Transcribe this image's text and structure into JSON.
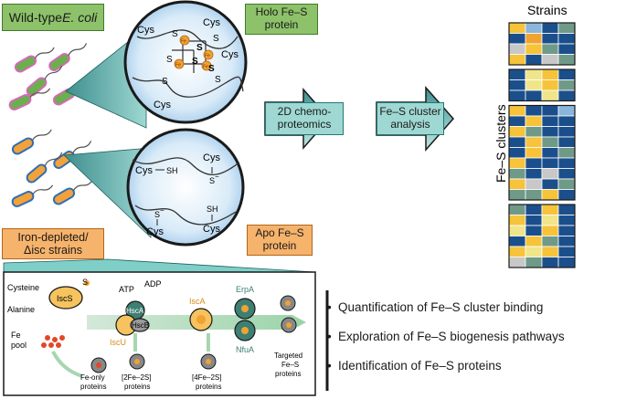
{
  "labels": {
    "wild_type": "Wild-type ",
    "wild_type_italic": "E. coli",
    "holo_line1": "Holo Fe–S",
    "holo_line2": "protein",
    "apo_line1": "Apo Fe–S",
    "apo_line2": "protein",
    "iron_line1": "Iron-depleted/",
    "iron_line2": "Δisc strains",
    "proteomics_line1": "2D chemo-",
    "proteomics_line2": "proteomics",
    "analysis_line1": "Fe–S cluster",
    "analysis_line2": "analysis",
    "strains": "Strains",
    "fes_clusters": "Fe–S clusters"
  },
  "holo_cluster": {
    "cys": "Cys",
    "s": "S",
    "fe": "Fe"
  },
  "apo_cluster": {
    "cys": "Cys",
    "sh": "SH",
    "s_minus": "S",
    "minus": "−"
  },
  "pathway": {
    "cysteine": "Cysteine",
    "alanine": "Alanine",
    "iscs": "IscS",
    "s": "S",
    "atp": "ATP",
    "adp": "ADP",
    "hsca": "HscA",
    "hscb": "HscB",
    "iscu": "IscU",
    "isca": "IscA",
    "erpa": "ErpA",
    "nfua": "NfuA",
    "fe_pool_1": "Fe",
    "fe_pool_2": "pool",
    "fe_only_1": "Fe-only",
    "fe_only_2": "proteins",
    "p2fe_1": "[2Fe–2S]",
    "p2fe_2": "proteins",
    "p4fe_1": "[4Fe–2S]",
    "p4fe_2": "proteins",
    "targeted_1": "Targeted",
    "targeted_2": "Fe–S",
    "targeted_3": "proteins"
  },
  "bullets": [
    "Quantification of Fe–S cluster binding",
    "Exploration of Fe–S biogenesis pathways",
    "Identification of Fe–S proteins"
  ],
  "heatmap": {
    "colors": {
      "Y": "#f6c33a",
      "L": "#f0e58a",
      "N": "#1b4f8c",
      "G": "#6f9a88",
      "B": "#8ab6dc",
      "O": "#f0a232",
      "X": "#c8c8c8"
    },
    "groups": [
      [
        "YBNG",
        "NONN",
        "XYGN",
        "YNXG"
      ],
      [
        "NLYN",
        "NLYG",
        "NNLN"
      ],
      [
        "YNNB",
        "NYNN",
        "YGNN",
        "NYGN",
        "NYNG",
        "YNNN",
        "GNXN",
        "YXNG",
        "GGYN"
      ],
      [
        "GNYN",
        "YNLN",
        "LNYN",
        "NYGN",
        "YLYN",
        "XGNN"
      ]
    ]
  }
}
